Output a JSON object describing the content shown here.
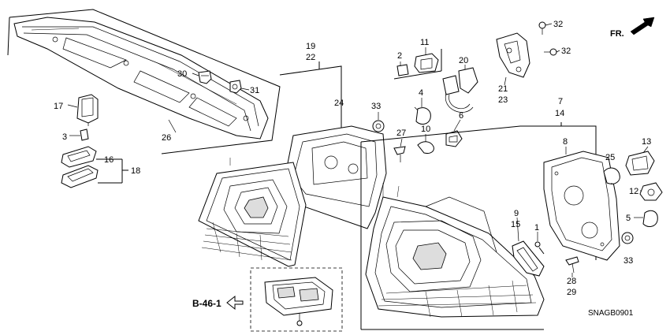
{
  "diagram": {
    "code": "SNAGB0901",
    "direction": "FR.",
    "reference": "B-46-1",
    "labels": [
      {
        "id": "p19",
        "text": "19"
      },
      {
        "id": "p22",
        "text": "22"
      },
      {
        "id": "p24",
        "text": "24"
      },
      {
        "id": "p26",
        "text": "26"
      },
      {
        "id": "p30",
        "text": "30"
      },
      {
        "id": "p31",
        "text": "31"
      },
      {
        "id": "p17",
        "text": "17"
      },
      {
        "id": "p3",
        "text": "3"
      },
      {
        "id": "p16",
        "text": "16"
      },
      {
        "id": "p18",
        "text": "18"
      },
      {
        "id": "p11",
        "text": "11"
      },
      {
        "id": "p2",
        "text": "2"
      },
      {
        "id": "p20",
        "text": "20"
      },
      {
        "id": "p21",
        "text": "21"
      },
      {
        "id": "p23",
        "text": "23"
      },
      {
        "id": "p32a",
        "text": "32"
      },
      {
        "id": "p32b",
        "text": "32"
      },
      {
        "id": "p33a",
        "text": "33"
      },
      {
        "id": "p4",
        "text": "4"
      },
      {
        "id": "p27",
        "text": "27"
      },
      {
        "id": "p10",
        "text": "10"
      },
      {
        "id": "p6",
        "text": "6"
      },
      {
        "id": "p7",
        "text": "7"
      },
      {
        "id": "p14",
        "text": "14"
      },
      {
        "id": "p8",
        "text": "8"
      },
      {
        "id": "p25",
        "text": "25"
      },
      {
        "id": "p13",
        "text": "13"
      },
      {
        "id": "p12",
        "text": "12"
      },
      {
        "id": "p5",
        "text": "5"
      },
      {
        "id": "p33b",
        "text": "33"
      },
      {
        "id": "p9",
        "text": "9"
      },
      {
        "id": "p15",
        "text": "15"
      },
      {
        "id": "p1",
        "text": "1"
      },
      {
        "id": "p28",
        "text": "28"
      },
      {
        "id": "p29",
        "text": "29"
      }
    ]
  }
}
